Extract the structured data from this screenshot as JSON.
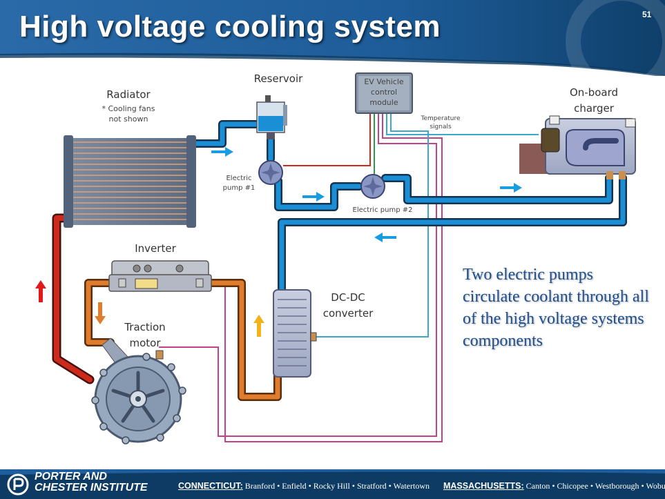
{
  "slide": {
    "title": "High voltage cooling system",
    "number": "51"
  },
  "diagram": {
    "components": {
      "radiator": "Radiator",
      "radiator_note_1": "* Cooling fans",
      "radiator_note_2": "not shown",
      "reservoir": "Reservoir",
      "vcm_1": "EV  Vehicle",
      "vcm_2": "control",
      "vcm_3": "module",
      "charger_1": "On-board",
      "charger_2": "charger",
      "temperature_1": "Temperature",
      "temperature_2": "signals",
      "pump1_1": "Electric",
      "pump1_2": "pump #1",
      "pump2": "Electric pump #2",
      "inverter": "Inverter",
      "motor_1": "Traction",
      "motor_2": "motor",
      "dcdc_1": "DC-DC",
      "dcdc_2": "converter"
    },
    "caption": "Two electric pumps circulate coolant through all of the high voltage systems components"
  },
  "footer": {
    "logo_line_1": "PORTER AND",
    "logo_line_2": "CHESTER INSTITUTE",
    "state_1": "CONNECTICUT:",
    "towns_1": "Branford • Enfield • Rocky Hill • Stratford • Watertown",
    "state_2": "MASSACHUSETTS:",
    "towns_2": "Canton • Chicopee • Westborough • Woburn"
  },
  "colors": {
    "header_blue": "#1f5e9c",
    "dark_navy": "#0d3b63",
    "coolant_blue": "#1a8fd6",
    "hot_red": "#cc2a1a",
    "warm_orange": "#e07c2e",
    "signal_magenta": "#c2418a",
    "signal_cyan": "#3aa8c8",
    "caption_blue": "#1e4f8e"
  }
}
